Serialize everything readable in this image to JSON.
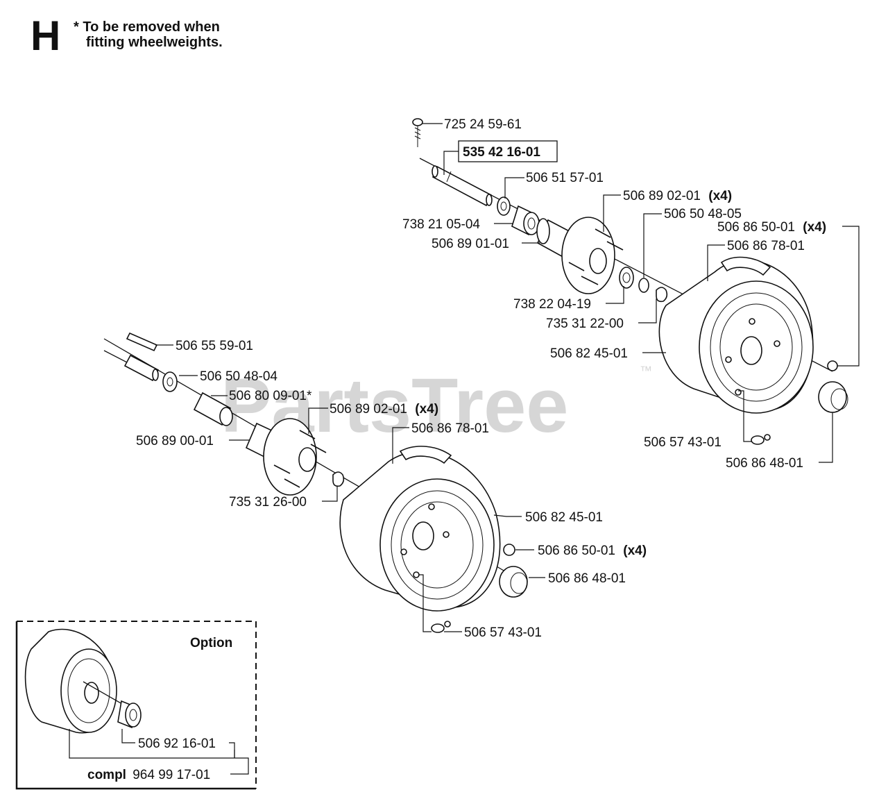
{
  "header": {
    "section_letter": "H",
    "note_line1": "* To be removed when",
    "note_line2": "fitting wheelweights."
  },
  "watermark": {
    "text": "PartsTree",
    "tm": "™"
  },
  "upper_assembly": {
    "labels": [
      {
        "id": "bolt",
        "text": "725 24 59-61"
      },
      {
        "id": "axle",
        "text": "535 42 16-01",
        "boxed": true
      },
      {
        "id": "washer",
        "text": "506 51 57-01"
      },
      {
        "id": "stud",
        "text": "506 89 02-01",
        "qty": "(x4)"
      },
      {
        "id": "bearing",
        "text": "738 21 05-04"
      },
      {
        "id": "washer2",
        "text": "506 50 48-05"
      },
      {
        "id": "nut",
        "text": "506 86 50-01",
        "qty": "(x4)"
      },
      {
        "id": "spacer",
        "text": "506 89 01-01"
      },
      {
        "id": "tire",
        "text": "506 86 78-01"
      },
      {
        "id": "bearing2",
        "text": "738 22 04-19"
      },
      {
        "id": "clip",
        "text": "735 31 22-00"
      },
      {
        "id": "rim",
        "text": "506 82 45-01"
      },
      {
        "id": "valve",
        "text": "506 57 43-01"
      },
      {
        "id": "cap",
        "text": "506 86 48-01"
      }
    ]
  },
  "lower_assembly": {
    "labels": [
      {
        "id": "key",
        "text": "506 55 59-01"
      },
      {
        "id": "washer",
        "text": "506 50 48-04"
      },
      {
        "id": "spacer",
        "text": "506 80 09-01*"
      },
      {
        "id": "stud",
        "text": "506 89 02-01",
        "qty": "(x4)"
      },
      {
        "id": "hub",
        "text": "506 89 00-01"
      },
      {
        "id": "tire",
        "text": "506 86 78-01"
      },
      {
        "id": "clip",
        "text": "735 31 26-00"
      },
      {
        "id": "rim",
        "text": "506 82 45-01"
      },
      {
        "id": "nut",
        "text": "506 86 50-01",
        "qty": "(x4)"
      },
      {
        "id": "cap",
        "text": "506 86 48-01"
      },
      {
        "id": "valve",
        "text": "506 57 43-01"
      }
    ]
  },
  "option_box": {
    "title": "Option",
    "bearing_label": "506 92 16-01",
    "compl_prefix": "compl",
    "compl_number": "964 99 17-01"
  }
}
